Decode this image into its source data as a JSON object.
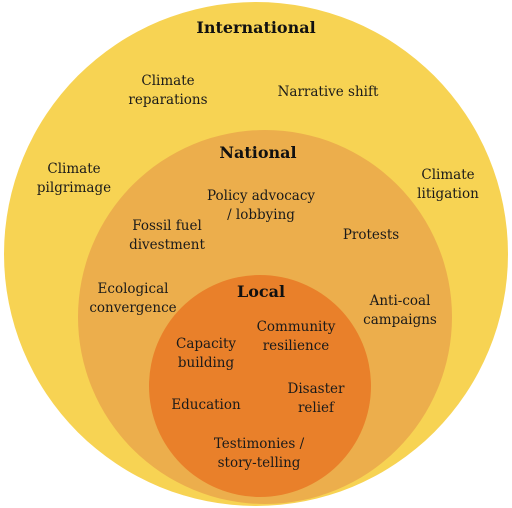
{
  "colors": {
    "international": "#f7d353",
    "national": "#ecae4c",
    "local": "#e9802a"
  },
  "international": {
    "title": "International",
    "items": [
      [
        "Climate",
        "reparations"
      ],
      [
        "Narrative shift"
      ],
      [
        "Climate",
        "pilgrimage"
      ],
      [
        "Climate",
        "litigation"
      ]
    ]
  },
  "national": {
    "title": "National",
    "items": [
      [
        "Policy advocacy",
        "/ lobbying"
      ],
      [
        "Fossil fuel",
        "divestment"
      ],
      [
        "Protests"
      ],
      [
        "Ecological",
        "convergence"
      ],
      [
        "Anti-coal",
        "campaigns"
      ]
    ]
  },
  "local": {
    "title": "Local",
    "items": [
      [
        "Community",
        "resilience"
      ],
      [
        "Capacity",
        "building"
      ],
      [
        "Education"
      ],
      [
        "Disaster",
        "relief"
      ],
      [
        "Testimonies /",
        "story-telling"
      ]
    ]
  }
}
